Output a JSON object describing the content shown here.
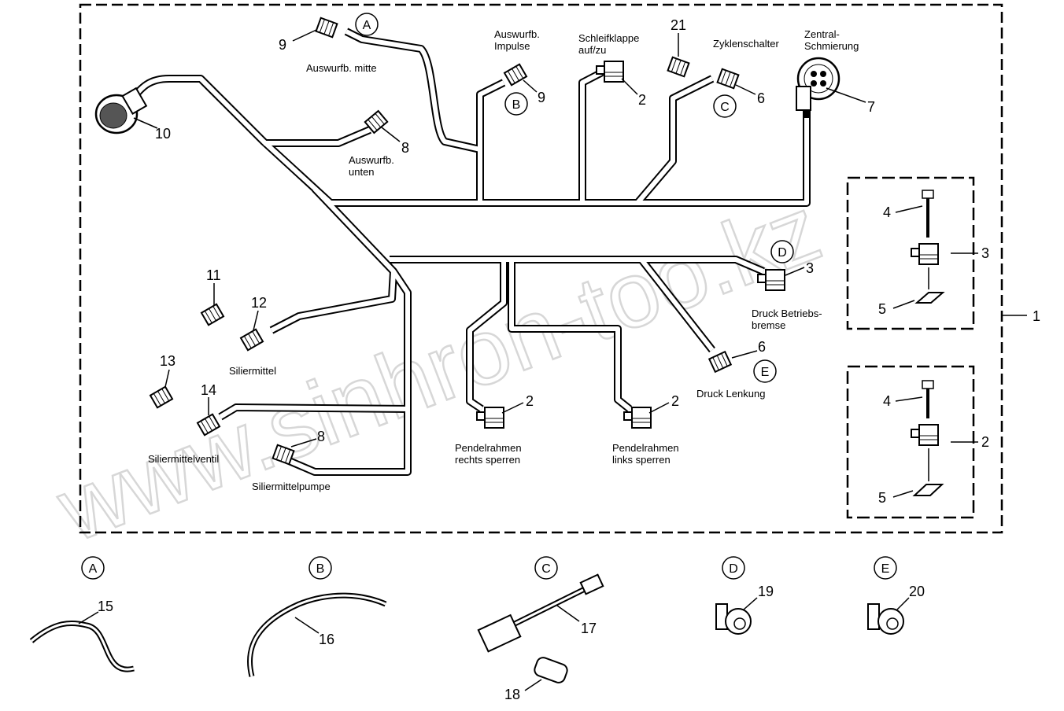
{
  "diagram": {
    "assembly_item": "1",
    "watermark": "www.sinhron-too.kz",
    "labels": {
      "auswurf_mitte": "Auswurfb. mitte",
      "auswurf_impulse_1": "Auswurfb.",
      "auswurf_impulse_2": "Impulse",
      "schleifklappe_1": "Schleifklappe",
      "schleifklappe_2": "auf/zu",
      "zyklenschalter": "Zyklenschalter",
      "zentral_1": "Zentral-",
      "zentral_2": "Schmierung",
      "auswurf_unten_1": "Auswurfb.",
      "auswurf_unten_2": "unten",
      "druck_betrieb_1": "Druck Betriebs-",
      "druck_betrieb_2": "bremse",
      "druck_lenkung": "Druck Lenkung",
      "siliermittel": "Siliermittel",
      "siliermittelventil": "Siliermittelventil",
      "siliermittelpumpe": "Siliermittelpumpe",
      "pendel_rechts_1": "Pendelrahmen",
      "pendel_rechts_2": "rechts sperren",
      "pendel_links_1": "Pendelrahmen",
      "pendel_links_2": "links sperren"
    },
    "part_numbers": {
      "p9a": "9",
      "p10": "10",
      "p8a": "8",
      "p9b": "9",
      "p2a": "2",
      "p21": "21",
      "p6a": "6",
      "p7": "7",
      "p3": "3",
      "p6b": "6",
      "p11": "11",
      "p12": "12",
      "p13": "13",
      "p14": "14",
      "p8b": "8",
      "p2b": "2",
      "p2c": "2",
      "p1": "1",
      "box1_4": "4",
      "box1_3": "3",
      "box1_5": "5",
      "box2_4": "4",
      "box2_2": "2",
      "box2_5": "5",
      "p15": "15",
      "p16": "16",
      "p17": "17",
      "p18": "18",
      "p19": "19",
      "p20": "20"
    },
    "callouts": {
      "A": "A",
      "B": "B",
      "C": "C",
      "D": "D",
      "E": "E"
    },
    "details": [
      {
        "letter": "A",
        "part": "15"
      },
      {
        "letter": "B",
        "part": "16"
      },
      {
        "letter": "C",
        "part": "17"
      },
      {
        "letter": "D",
        "part": "19"
      },
      {
        "letter": "E",
        "part": "20"
      }
    ]
  }
}
